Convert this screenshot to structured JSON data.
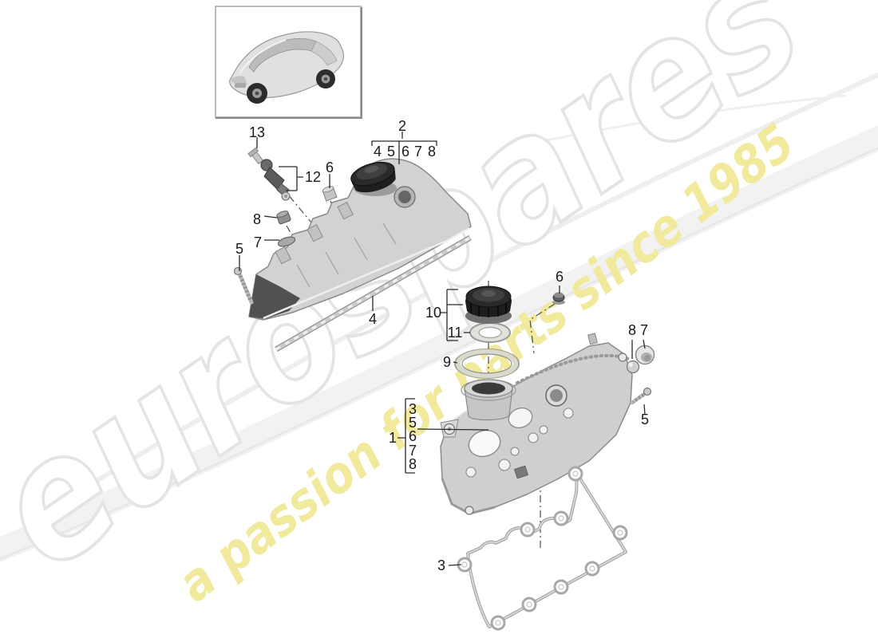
{
  "watermark": {
    "brand_text": "eurospares",
    "tagline_text": "a passion for parts since 1985",
    "brand_fill": "#ffffff",
    "brand_outline": "#e4e4e4",
    "tagline_color": "#f1ea9c",
    "swoosh_color": "#f0f0f0"
  },
  "vehicle_box": {
    "icon": "suv-three-quarter-thumbnail"
  },
  "diagram": {
    "line_color": "#2a2a2a",
    "callout_color": "#1a1a1a",
    "callouts": {
      "1": "1",
      "2": "2",
      "3": "3",
      "4": "4",
      "5": "5",
      "6": "6",
      "7": "7",
      "8": "8",
      "9": "9",
      "10": "10",
      "11": "11",
      "12": "12",
      "13": "13"
    },
    "groups": {
      "upper_cover": {
        "label": "2",
        "members": [
          "4",
          "5",
          "6",
          "7",
          "8"
        ]
      },
      "lower_cover": {
        "label": "1",
        "members": [
          "3",
          "5",
          "6",
          "7",
          "8"
        ]
      }
    }
  }
}
